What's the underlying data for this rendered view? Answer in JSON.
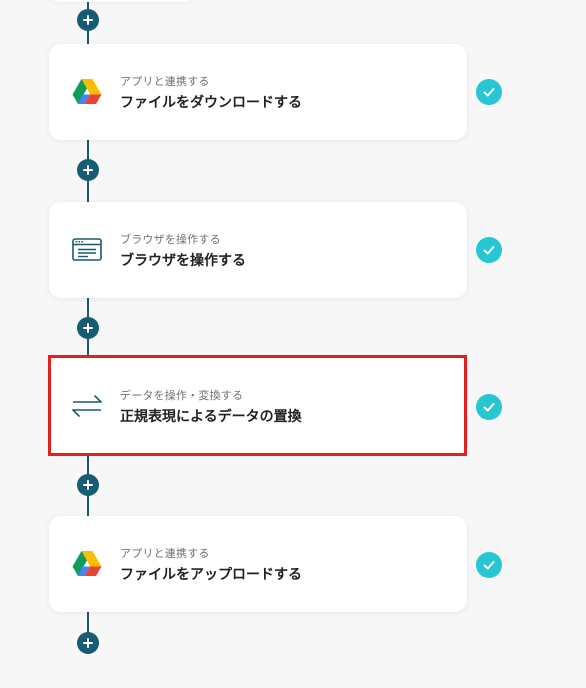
{
  "flow": {
    "steps": [
      {
        "subtitle": "アプリと連携する",
        "title": "ファイルをダウンロードする",
        "icon": "google-drive-icon",
        "status": "completed"
      },
      {
        "subtitle": "ブラウザを操作する",
        "title": "ブラウザを操作する",
        "icon": "browser-window-icon",
        "status": "completed"
      },
      {
        "subtitle": "データを操作・変換する",
        "title": "正規表現によるデータの置換",
        "icon": "swap-arrows-icon",
        "status": "completed",
        "highlighted": true
      },
      {
        "subtitle": "アプリと連携する",
        "title": "ファイルをアップロードする",
        "icon": "google-drive-icon",
        "status": "completed"
      }
    ]
  },
  "colors": {
    "line": "#1b5870",
    "add_button": "#165c75",
    "check_badge": "#27c6d3",
    "highlight_border": "#e0201e",
    "card_background": "#ffffff",
    "page_background": "#f7f7f7"
  }
}
